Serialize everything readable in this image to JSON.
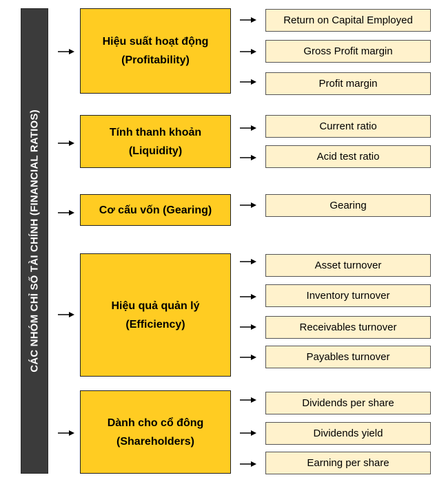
{
  "sidebar": {
    "label": "CÁC NHÓM CHỈ SỐ TÀI CHÍNH (FINANCIAL RATIOS)"
  },
  "groups": [
    {
      "title": "Hiệu suất hoạt động",
      "subtitle": "(Profitability)",
      "items": [
        "Return on Capital Employed",
        "Gross Profit margin",
        "Profit margin"
      ]
    },
    {
      "title": "Tính thanh khoản",
      "subtitle": "(Liquidity)",
      "items": [
        "Current ratio",
        "Acid test ratio"
      ]
    },
    {
      "title": "Cơ cấu vốn (Gearing)",
      "subtitle": "",
      "items": [
        "Gearing"
      ]
    },
    {
      "title": "Hiệu quả quản lý",
      "subtitle": "(Efficiency)",
      "items": [
        "Asset turnover",
        "Inventory turnover",
        "Receivables turnover",
        "Payables turnover"
      ]
    },
    {
      "title": "Dành cho cổ đông",
      "subtitle": "(Shareholders)",
      "items": [
        "Dividends per share",
        "Dividends  yield",
        "Earning per share"
      ]
    }
  ],
  "colors": {
    "sidebar": "#3b3b3b",
    "group_fill": "#ffcc22",
    "item_fill": "#fff2cc",
    "arrow": "#000000"
  }
}
